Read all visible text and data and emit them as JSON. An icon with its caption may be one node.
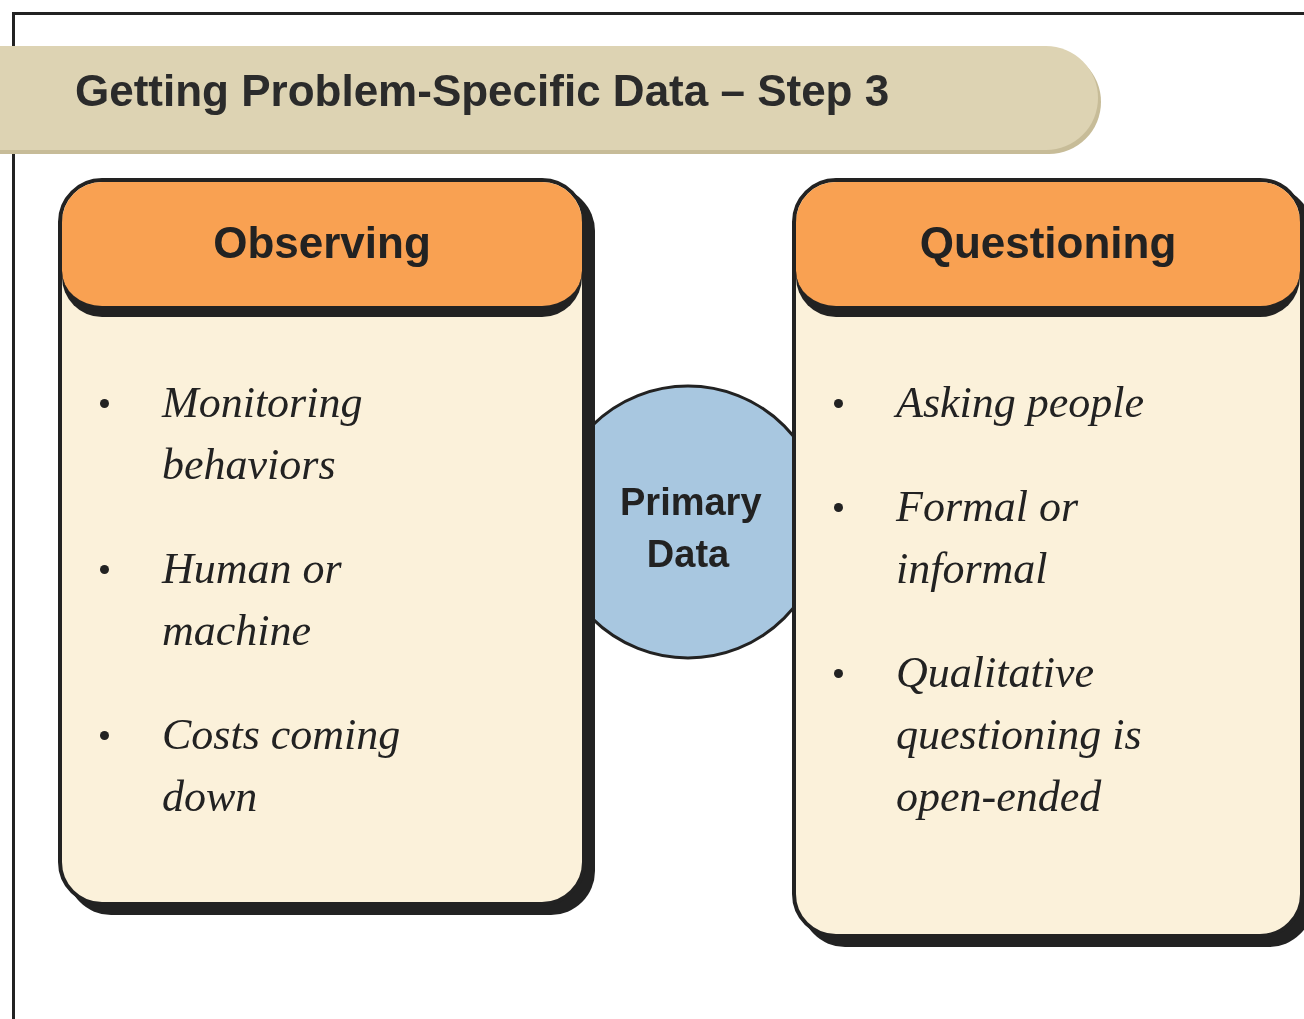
{
  "diagram": {
    "title": "Getting Problem-Specific Data – Step 3",
    "nodes": [
      {
        "text": [
          "Observing",
          "Monitoring behaviors",
          "Human or machine",
          "Costs coming down"
        ]
      },
      {
        "text": [
          "Primary Data"
        ]
      },
      {
        "text": [
          "Questioning",
          "Asking people",
          "Formal or informal",
          "Qualitative questioning is open-ended"
        ]
      }
    ]
  }
}
